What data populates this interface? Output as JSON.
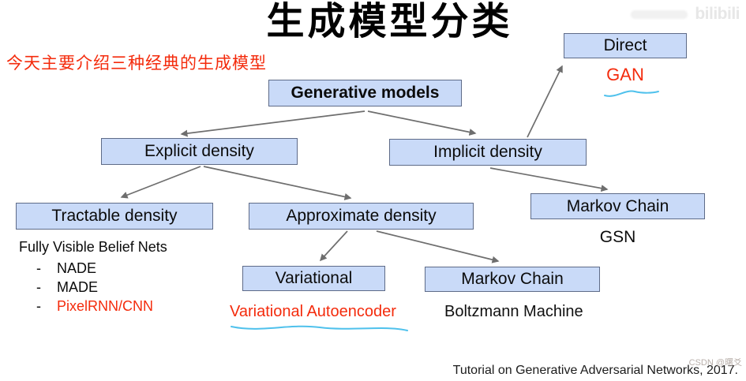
{
  "page": {
    "title": "生成模型分类",
    "note": "今天主要介绍三种经典的生成模型",
    "citation": "Tutorial on Generative Adversarial Networks, 2017."
  },
  "watermarks": {
    "bilibili": "bilibili",
    "csdn": "CSDN @曙爻"
  },
  "diagram": {
    "type": "tree",
    "nodes": {
      "generative_models": "Generative models",
      "explicit_density": "Explicit density",
      "implicit_density": "Implicit density",
      "tractable_density": "Tractable density",
      "approximate_density": "Approximate density",
      "variational": "Variational",
      "markov_chain_mid": "Markov Chain",
      "direct": "Direct",
      "markov_chain_right": "Markov Chain"
    },
    "edges": [
      [
        "Generative models",
        "Explicit density"
      ],
      [
        "Generative models",
        "Implicit density"
      ],
      [
        "Explicit density",
        "Tractable density"
      ],
      [
        "Explicit density",
        "Approximate density"
      ],
      [
        "Approximate density",
        "Variational"
      ],
      [
        "Approximate density",
        "Markov Chain"
      ],
      [
        "Implicit density",
        "Direct"
      ],
      [
        "Implicit density",
        "Markov Chain"
      ]
    ],
    "annotations": {
      "gan": "GAN",
      "gsn": "GSN",
      "vae": "Variational Autoencoder",
      "boltzmann": "Boltzmann Machine"
    },
    "tractable_examples": {
      "heading": "Fully Visible Belief Nets",
      "bullet": "-",
      "items": [
        {
          "label": "NADE",
          "emphasis": false
        },
        {
          "label": "MADE",
          "emphasis": false
        },
        {
          "label": "PixelRNN/CNN",
          "emphasis": true
        }
      ]
    }
  },
  "colors": {
    "box_fill": "#c9daf8",
    "box_border": "#5e6b88",
    "red": "#f42b0c",
    "arrow": "#6e6e6e",
    "squiggle": "#4fc1ec"
  }
}
